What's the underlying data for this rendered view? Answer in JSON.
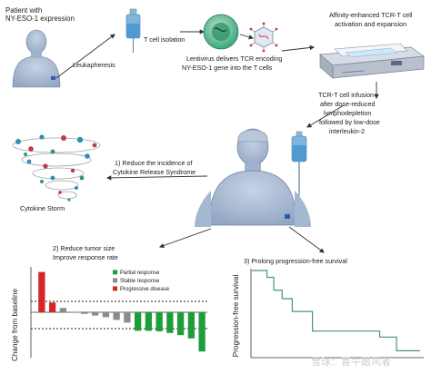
{
  "labels": {
    "patient_line1": "Patient with",
    "patient_line2": "NY-ESO-1 expression",
    "leukapheresis": "Leukapheresis",
    "tcell_isolation": "T cell isolation",
    "lentivirus_line1": "Lentivirus delivers TCR encoding",
    "lentivirus_line2": "NY-ESO-1 gene into the T cells",
    "affinity_line1": "Affinity-enhanced TCR-T cell",
    "affinity_line2": "activation and expansion",
    "infusion_line1": "TCR-T cell infusion",
    "infusion_line2": "after dose-reduced",
    "infusion_line3": "lymphodepletion",
    "infusion_line4": "followed by low-dose",
    "infusion_line5": "interleukin-2",
    "reduce_crs_line1": "1) Reduce the incidence of",
    "reduce_crs_line2": "Cytokine Release Syndrome",
    "cytokine_storm": "Cytokine Storm",
    "reduce_tumor_line1": "2) Reduce tumor size",
    "reduce_tumor_line2": "Improve response rate",
    "prolong_pfs": "3) Prolong progression-free survival",
    "watermark": "雪球：喜牛跟风者"
  },
  "colors": {
    "partial": "#1e9e3a",
    "stable": "#8c8c8c",
    "progressive": "#d42828",
    "km_line": "#4f8f88",
    "arrow": "#333333",
    "skin": "#aebfd6",
    "skin_dark": "#7f93b1"
  },
  "chart_data": [
    {
      "type": "bar",
      "title": "",
      "xlabel": "",
      "ylabel": "Change from baseline",
      "legend_placement": "top-right",
      "legend": [
        {
          "name": "Partial response",
          "color": "#1e9e3a"
        },
        {
          "name": "Stable response",
          "color": "#8c8c8c"
        },
        {
          "name": "Progressive disease",
          "color": "#d42828"
        }
      ],
      "reference_lines": [
        20,
        -30
      ],
      "ylim": [
        -80,
        80
      ],
      "bars": [
        {
          "value": 74,
          "category": "Progressive disease"
        },
        {
          "value": 18,
          "category": "Progressive disease"
        },
        {
          "value": 8,
          "category": "Stable response"
        },
        {
          "value": 1,
          "category": "Stable response"
        },
        {
          "value": -3,
          "category": "Stable response"
        },
        {
          "value": -6,
          "category": "Stable response"
        },
        {
          "value": -9,
          "category": "Stable response"
        },
        {
          "value": -14,
          "category": "Stable response"
        },
        {
          "value": -19,
          "category": "Stable response"
        },
        {
          "value": -34,
          "category": "Partial response"
        },
        {
          "value": -34,
          "category": "Partial response"
        },
        {
          "value": -35,
          "category": "Partial response"
        },
        {
          "value": -38,
          "category": "Partial response"
        },
        {
          "value": -42,
          "category": "Partial response"
        },
        {
          "value": -48,
          "category": "Partial response"
        },
        {
          "value": -72,
          "category": "Partial response"
        }
      ]
    },
    {
      "type": "line",
      "title": "",
      "xlabel": "",
      "ylabel": "Progression-free survival",
      "ylim": [
        0,
        1
      ],
      "x": [
        0,
        0.09,
        0.09,
        0.13,
        0.13,
        0.18,
        0.18,
        0.24,
        0.24,
        0.36,
        0.36,
        0.76,
        0.76,
        0.86,
        0.86,
        1.0
      ],
      "y": [
        1.0,
        1.0,
        0.92,
        0.92,
        0.77,
        0.77,
        0.67,
        0.67,
        0.52,
        0.52,
        0.29,
        0.29,
        0.22,
        0.22,
        0.06,
        0.06
      ]
    }
  ]
}
